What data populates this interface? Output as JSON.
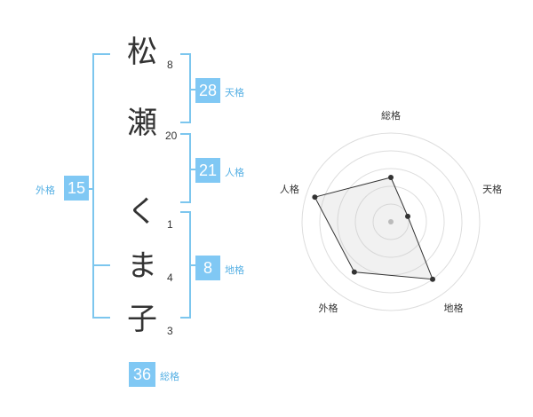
{
  "name_chars": [
    {
      "char": "松",
      "strokes": "8"
    },
    {
      "char": "瀬",
      "strokes": "20"
    },
    {
      "char": "く",
      "strokes": "1"
    },
    {
      "char": "ま",
      "strokes": "4"
    },
    {
      "char": "子",
      "strokes": "3"
    }
  ],
  "kakusu": {
    "tenkaku": {
      "value": "28",
      "label": "天格"
    },
    "jinkaku": {
      "value": "21",
      "label": "人格"
    },
    "chikaku": {
      "value": "8",
      "label": "地格"
    },
    "gaikaku": {
      "value": "15",
      "label": "外格"
    },
    "soukaku": {
      "value": "36",
      "label": "総格"
    }
  },
  "colors": {
    "accent": "#80c8f4",
    "accent_text": "#56b0e4",
    "bracket": "#7cc6ee",
    "text": "#333333"
  },
  "chart_data": {
    "type": "radar",
    "axes": [
      "総格",
      "天格",
      "地格",
      "外格",
      "人格"
    ],
    "values": [
      0.5,
      0.2,
      0.8,
      0.7,
      0.9
    ],
    "rings": 5,
    "title": ""
  }
}
